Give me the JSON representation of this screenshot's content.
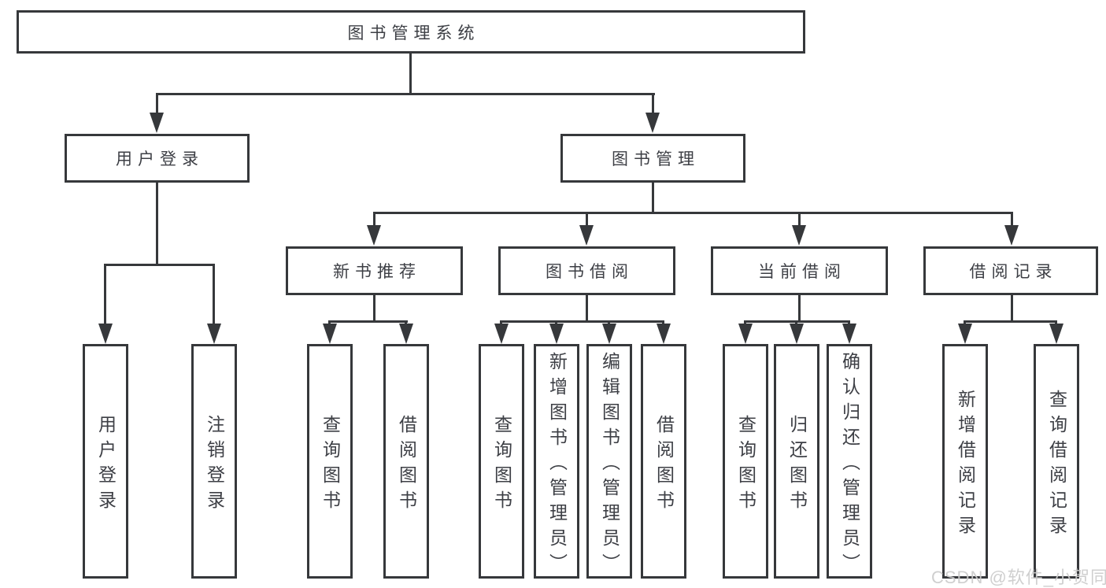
{
  "colors": {
    "line": "#36383b",
    "text": "#3d3f45",
    "watermark": "#cccccc",
    "background": "#ffffff"
  },
  "watermark": {
    "text": "CSDN @软件_小贺同学"
  },
  "tree": {
    "label": "图书管理系统",
    "children": [
      {
        "label": "用户登录",
        "children": [
          {
            "label": "用户登录"
          },
          {
            "label": "注销登录"
          }
        ]
      },
      {
        "label": "图书管理",
        "children": [
          {
            "label": "新书推荐",
            "children": [
              {
                "label": "查询图书"
              },
              {
                "label": "借阅图书"
              }
            ]
          },
          {
            "label": "图书借阅",
            "children": [
              {
                "label": "查询图书"
              },
              {
                "label": "新增图书（管理员）"
              },
              {
                "label": "编辑图书（管理员）"
              },
              {
                "label": "借阅图书"
              }
            ]
          },
          {
            "label": "当前借阅",
            "children": [
              {
                "label": "查询图书"
              },
              {
                "label": "归还图书"
              },
              {
                "label": "确认归还（管理员）"
              }
            ]
          },
          {
            "label": "借阅记录",
            "children": [
              {
                "label": "新增借阅记录"
              },
              {
                "label": "查询借阅记录"
              }
            ]
          }
        ]
      }
    ]
  }
}
